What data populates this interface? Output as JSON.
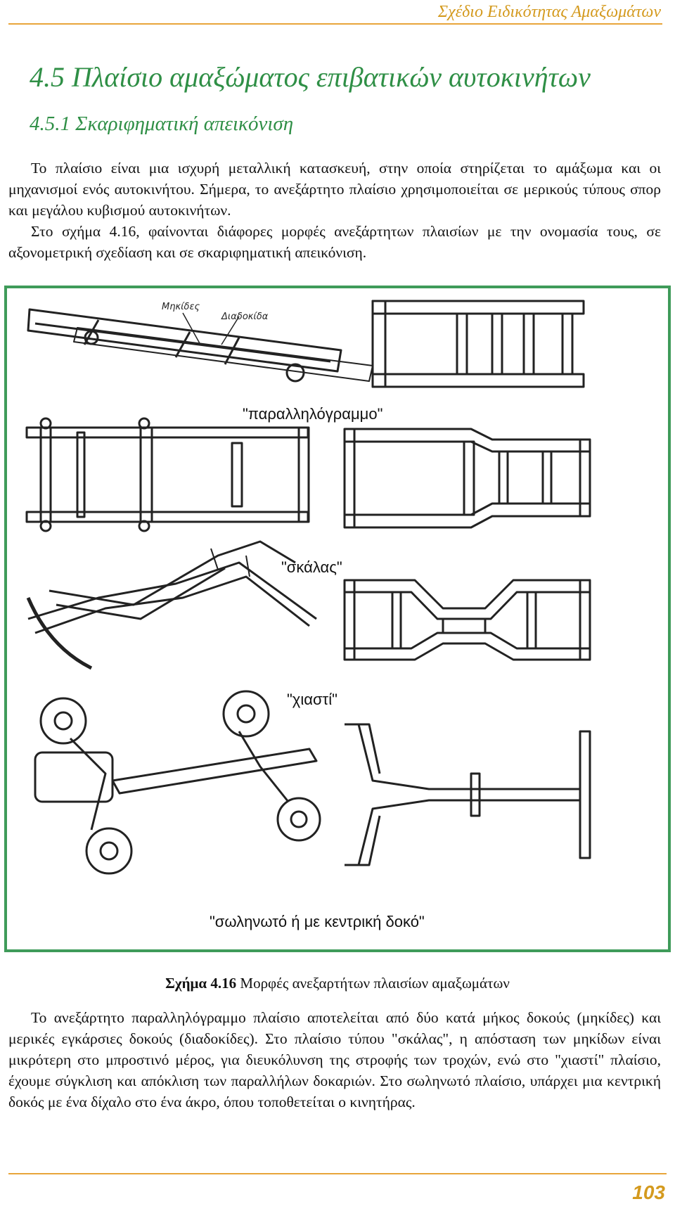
{
  "header": {
    "running_title": "Σχέδιο Ειδικότητας Αμαξωμάτων"
  },
  "section": {
    "heading": "4.5 Πλαίσιο αμαξώματος επιβατικών αυτοκινήτων",
    "subheading": "4.5.1 Σκαριφηματική απεικόνιση"
  },
  "body": {
    "p1": "Το πλαίσιο είναι μια ισχυρή μεταλλική κατασκευή, στην οποία στηρίζεται το αμάξωμα και οι μηχανισμοί ενός αυτοκινήτου. Σήμερα, το ανεξάρτητο πλαίσιο χρησιμοποιείται σε μερικούς τύπους σπορ και μεγάλου κυβισμού αυτοκινήτων.",
    "p2": "Στο σχήμα 4.16, φαίνονται διάφορες μορφές ανεξάρτητων πλαισίων με την ονομασία τους, σε αξονομετρική σχεδίαση και σε σκαριφηματική απεικόνιση.",
    "p3": "Το ανεξάρτητο παραλληλόγραμμο πλαίσιο αποτελείται από δύο κατά μήκος δοκούς (μηκίδες) και μερικές εγκάρσιες δοκούς (διαδοκίδες). Στο πλαίσιο τύπου \"σκάλας\", η απόσταση των μηκίδων είναι μικρότερη στο μπροστινό μέρος, για διευκόλυνση της στροφής των τροχών, ενώ στο \"χιαστί\" πλαίσιο, έχουμε σύγκλιση και απόκλιση των παραλλήλων δοκαριών. Στο σωληνωτό πλαίσιο, υπάρχει μια κεντρική δοκός με ένα δίχαλο στο ένα άκρο, όπου τοποθετείται ο κινητήρας."
  },
  "figure": {
    "callout_longitudinal": "Μηκίδες",
    "callout_cross": "Διαδοκίδα",
    "label_parallelogram": "\"παραλληλόγραμμο\"",
    "label_ladder": "\"σκάλας\"",
    "label_x": "\"χιαστί\"",
    "label_tubular": "\"σωληνωτό ή με κεντρική δοκό\""
  },
  "caption": {
    "number": "Σχήμα 4.16",
    "text": "Μορφές ανεξαρτήτων πλαισίων αμαξωμάτων"
  },
  "footer": {
    "page_number": "103"
  },
  "colors": {
    "green": "#2f8f46",
    "orange": "#e8a53a",
    "frame_border": "#3f9b5a"
  }
}
